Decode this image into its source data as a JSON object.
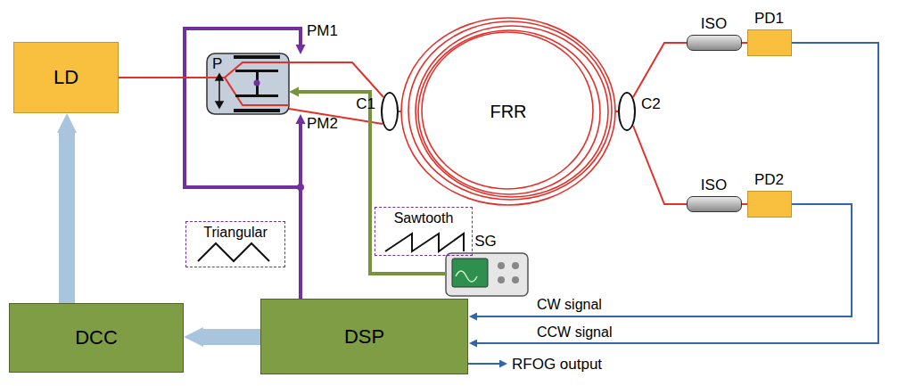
{
  "diagram": {
    "nodes": [
      {
        "text": [
          "LD"
        ]
      },
      {
        "text": [
          "P"
        ]
      },
      {
        "text": [
          "C1"
        ]
      },
      {
        "text": [
          "FRR"
        ]
      },
      {
        "text": [
          "C2"
        ]
      },
      {
        "text": [
          "ISO"
        ]
      },
      {
        "text": [
          "PD1"
        ]
      },
      {
        "text": [
          "ISO"
        ]
      },
      {
        "text": [
          "PD2"
        ]
      },
      {
        "text": [
          "Sawtooth"
        ]
      },
      {
        "text": [
          "SG"
        ]
      },
      {
        "text": [
          "Triangular"
        ]
      },
      {
        "text": [
          "DCC"
        ]
      },
      {
        "text": [
          "DSP"
        ]
      }
    ],
    "edges": [
      {
        "from": 0,
        "to": 1,
        "arrow": "none"
      },
      {
        "from": 1,
        "to": 2,
        "arrow": "none"
      },
      {
        "from": 2,
        "to": 3,
        "arrow": "none"
      },
      {
        "from": 3,
        "to": 4,
        "arrow": "none"
      },
      {
        "from": 4,
        "to": 5,
        "arrow": "none"
      },
      {
        "from": 5,
        "to": 6,
        "arrow": "none"
      },
      {
        "from": 4,
        "to": 7,
        "arrow": "none"
      },
      {
        "from": 7,
        "to": 8,
        "arrow": "none"
      },
      {
        "from": 8,
        "to": 13,
        "label": "CW signal",
        "arrow": "to"
      },
      {
        "from": 6,
        "to": 13,
        "label": "CCW signal",
        "arrow": "to"
      },
      {
        "from": 13,
        "to": 12,
        "arrow": "to"
      },
      {
        "from": 12,
        "to": 0,
        "arrow": "to"
      },
      {
        "from": 13,
        "to": 1,
        "arrow": "to"
      },
      {
        "from": 10,
        "to": 1,
        "arrow": "to"
      }
    ],
    "labels": [
      "PM1",
      "PM2",
      "RFOG output"
    ]
  }
}
